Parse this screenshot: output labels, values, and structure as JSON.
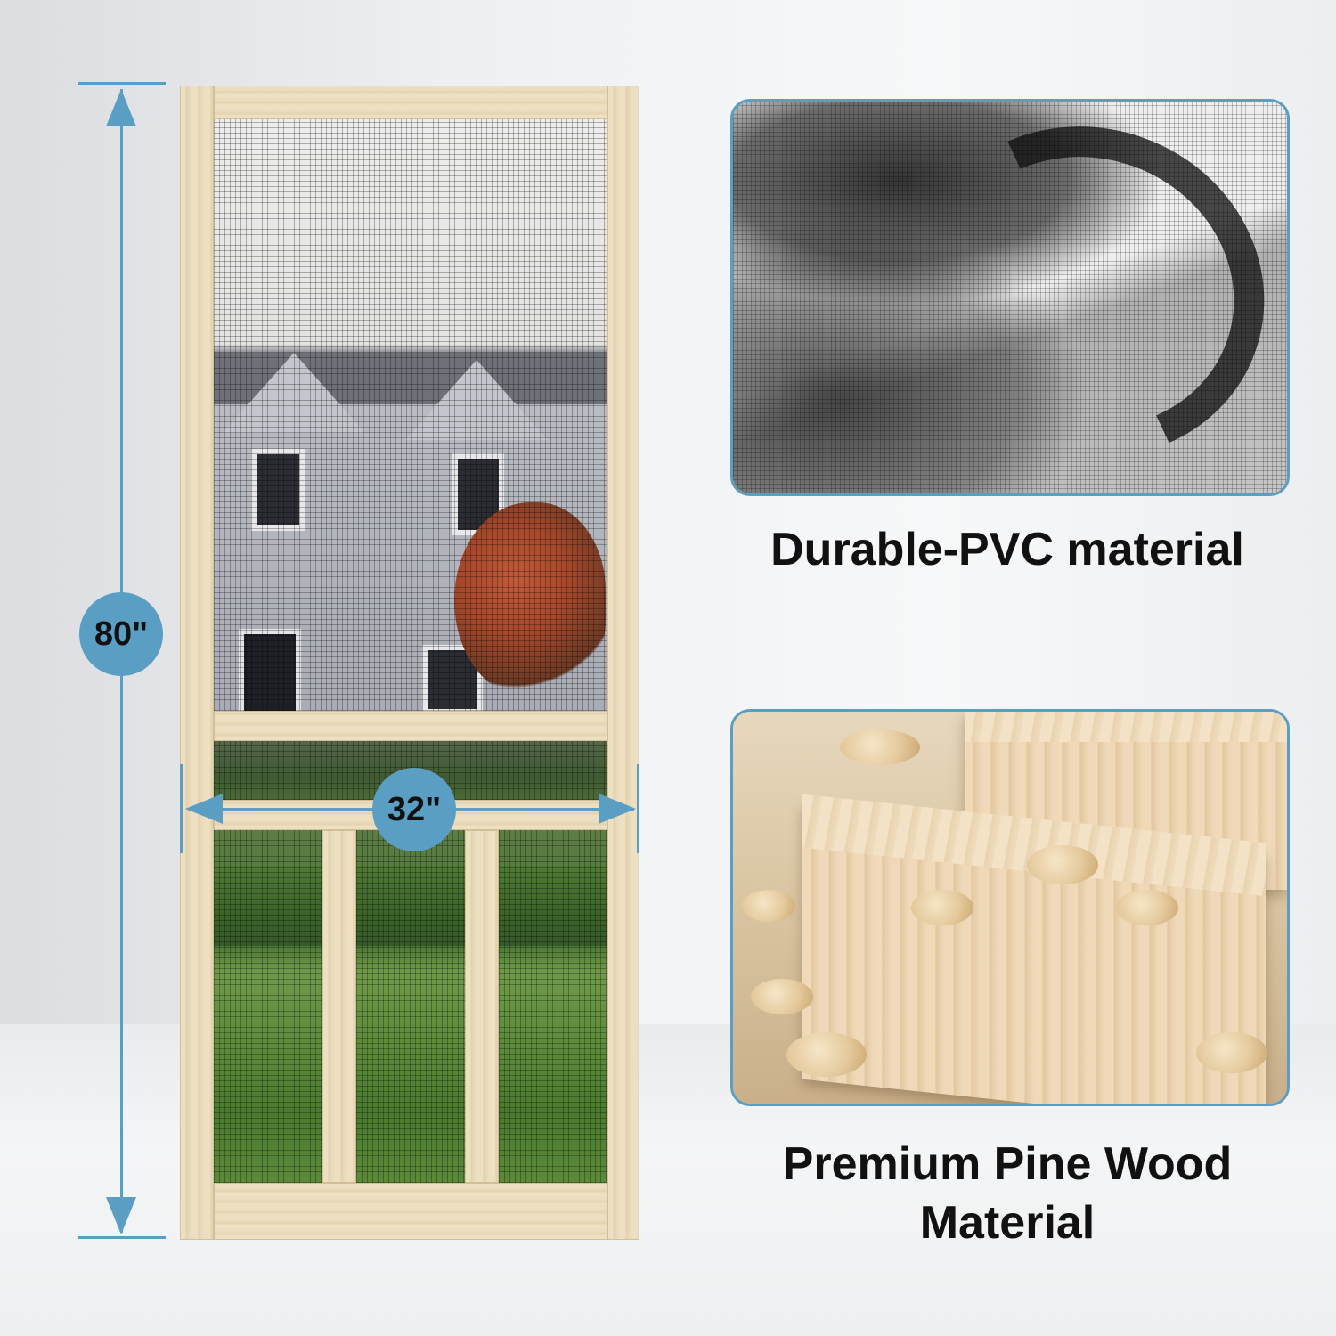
{
  "dimensions": {
    "height_label": "80\"",
    "width_label": "32\""
  },
  "features": [
    {
      "caption": "Durable-PVC material",
      "image": "black-fiberglass-screen-mesh-roll"
    },
    {
      "caption_line1": "Premium Pine Wood",
      "caption_line2": "Material",
      "image": "pine-wood-blocks-with-shavings"
    }
  ],
  "colors": {
    "accent": "#5b9ec4",
    "wood": "#eddfc2",
    "text": "#111111"
  }
}
